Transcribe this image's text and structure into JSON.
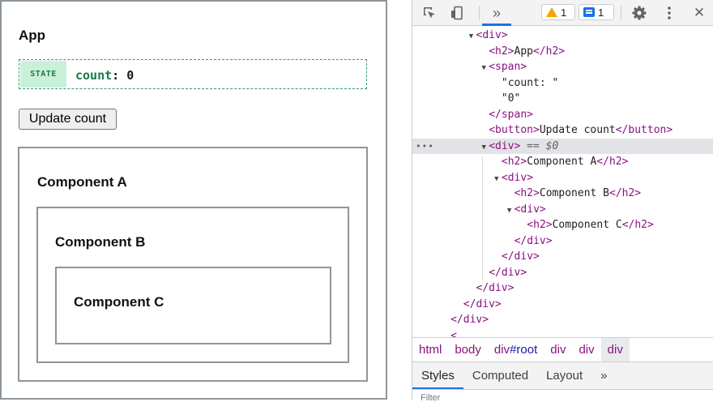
{
  "app": {
    "title": "App",
    "state_tag": "STATE",
    "state_key": "count",
    "state_value": "0",
    "update_button": "Update count",
    "components": [
      "Component A",
      "Component B",
      "Component C"
    ]
  },
  "devtools": {
    "toolbar": {
      "icons": [
        "inspect-element-icon",
        "device-toolbar-icon",
        "more-tabs-chevron-icon",
        "settings-gear-icon",
        "more-options-kebab-icon",
        "close-icon"
      ],
      "more_tabs": "»",
      "warnings_count": "1",
      "messages_count": "1",
      "close": "✕"
    },
    "dom_lines": [
      {
        "indent": 5,
        "expander": "▼",
        "html": [
          [
            "tag",
            "<div>"
          ]
        ]
      },
      {
        "indent": 6,
        "expander": "",
        "html": [
          [
            "tag",
            "<h2>"
          ],
          [
            "txt",
            "App"
          ],
          [
            "tag",
            "</h2>"
          ]
        ]
      },
      {
        "indent": 6,
        "expander": "▼",
        "html": [
          [
            "tag",
            "<span>"
          ]
        ]
      },
      {
        "indent": 7,
        "expander": "",
        "html": [
          [
            "txt",
            "\"count: \""
          ]
        ]
      },
      {
        "indent": 7,
        "expander": "",
        "html": [
          [
            "txt",
            "\"0\""
          ]
        ]
      },
      {
        "indent": 6,
        "expander": "",
        "html": [
          [
            "tag",
            "</span>"
          ]
        ]
      },
      {
        "indent": 6,
        "expander": "",
        "html": [
          [
            "tag",
            "<button>"
          ],
          [
            "txt",
            "Update count"
          ],
          [
            "tag",
            "</button>"
          ]
        ]
      },
      {
        "indent": 6,
        "expander": "▼",
        "html": [
          [
            "tag",
            "<div>"
          ],
          [
            "marker",
            " == $0"
          ]
        ],
        "selected": true
      },
      {
        "indent": 7,
        "expander": "",
        "html": [
          [
            "tag",
            "<h2>"
          ],
          [
            "txt",
            "Component A"
          ],
          [
            "tag",
            "</h2>"
          ]
        ]
      },
      {
        "indent": 7,
        "expander": "▼",
        "html": [
          [
            "tag",
            "<div>"
          ]
        ]
      },
      {
        "indent": 8,
        "expander": "",
        "html": [
          [
            "tag",
            "<h2>"
          ],
          [
            "txt",
            "Component B"
          ],
          [
            "tag",
            "</h2>"
          ]
        ]
      },
      {
        "indent": 8,
        "expander": "▼",
        "html": [
          [
            "tag",
            "<div>"
          ]
        ]
      },
      {
        "indent": 9,
        "expander": "",
        "html": [
          [
            "tag",
            "<h2>"
          ],
          [
            "txt",
            "Component C"
          ],
          [
            "tag",
            "</h2>"
          ]
        ]
      },
      {
        "indent": 8,
        "expander": "",
        "html": [
          [
            "tag",
            "</div>"
          ]
        ]
      },
      {
        "indent": 7,
        "expander": "",
        "html": [
          [
            "tag",
            "</div>"
          ]
        ]
      },
      {
        "indent": 6,
        "expander": "",
        "html": [
          [
            "tag",
            "</div>"
          ]
        ]
      },
      {
        "indent": 5,
        "expander": "",
        "html": [
          [
            "tag",
            "</div>"
          ]
        ]
      },
      {
        "indent": 4,
        "expander": "",
        "html": [
          [
            "tag",
            "</div>"
          ]
        ]
      },
      {
        "indent": 3,
        "expander": "",
        "html": [
          [
            "tag",
            "</div>"
          ]
        ]
      },
      {
        "indent": 3,
        "expander": "",
        "html": [
          [
            "tag",
            "<"
          ]
        ]
      }
    ],
    "breadcrumbs": [
      {
        "label": "html"
      },
      {
        "label": "body"
      },
      {
        "label": "div",
        "id": "#root"
      },
      {
        "label": "div"
      },
      {
        "label": "div"
      },
      {
        "label": "div",
        "active": true
      }
    ],
    "panel_tabs": [
      "Styles",
      "Computed",
      "Layout",
      "»"
    ],
    "filter_placeholder": "Filter"
  }
}
